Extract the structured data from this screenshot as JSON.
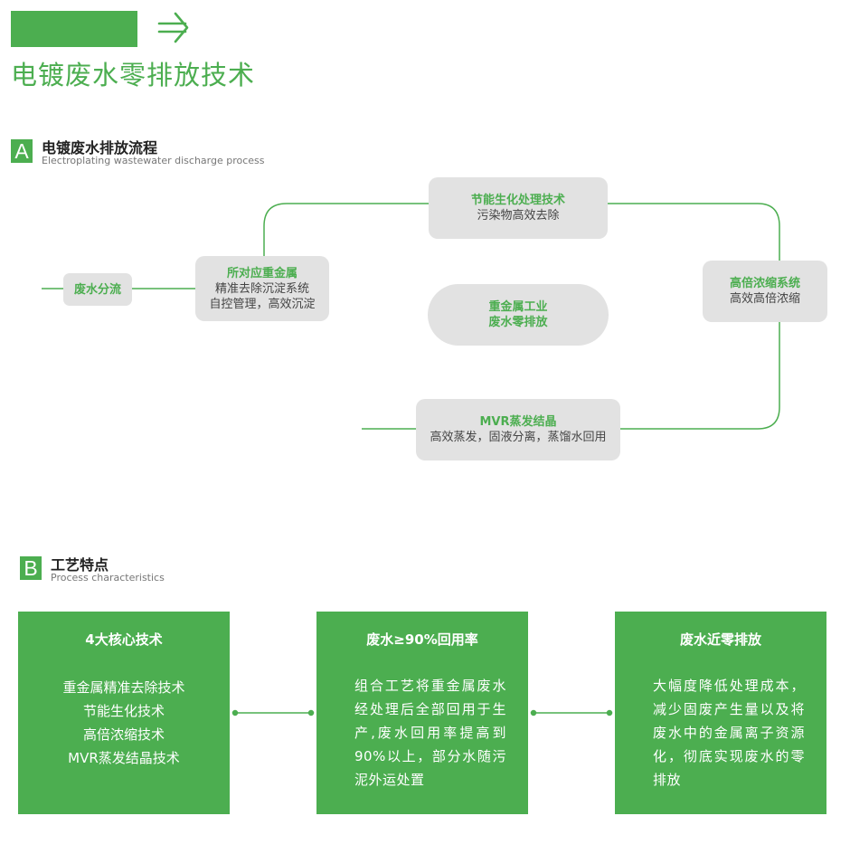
{
  "header": {
    "title": "电镀废水零排放技术"
  },
  "section_a": {
    "letter": "A",
    "title": "电镀废水排放流程",
    "subtitle": "Electroplating wastewater discharge process",
    "nodes": {
      "diversion": {
        "title": "废水分流"
      },
      "heavy_metal": {
        "title": "所对应重金属",
        "lines": [
          "精准去除沉淀系统",
          "自控管理，高效沉淀"
        ]
      },
      "bio": {
        "title": "节能生化处理技术",
        "lines": [
          "污染物高效去除"
        ]
      },
      "concentration": {
        "title": "高倍浓缩系统",
        "lines": [
          "高效高倍浓缩"
        ]
      },
      "mvr": {
        "title": "MVR蒸发结晶",
        "lines": [
          "高效蒸发，固液分离，蒸馏水回用"
        ]
      },
      "center": {
        "lines": [
          "重金属工业",
          "废水零排放"
        ]
      }
    }
  },
  "section_b": {
    "letter": "B",
    "title": "工艺特点",
    "subtitle": "Process characteristics",
    "cards": [
      {
        "title": "4大核心技术",
        "lines": [
          "重金属精准去除技术",
          "节能生化技术",
          "高倍浓缩技术",
          "MVR蒸发结晶技术"
        ]
      },
      {
        "title": "废水≥90%回用率",
        "text": "组合工艺将重金属废水经处理后全部回用于生产,废水回用率提高到90%以上，部分水随污泥外运处置"
      },
      {
        "title": "废水近零排放",
        "text": "大幅度降低处理成本，减少固废产生量以及将废水中的金属离子资源化，彻底实现废水的零排放"
      }
    ]
  },
  "colors": {
    "accent": "#4cae50",
    "box": "#e2e2e2"
  }
}
